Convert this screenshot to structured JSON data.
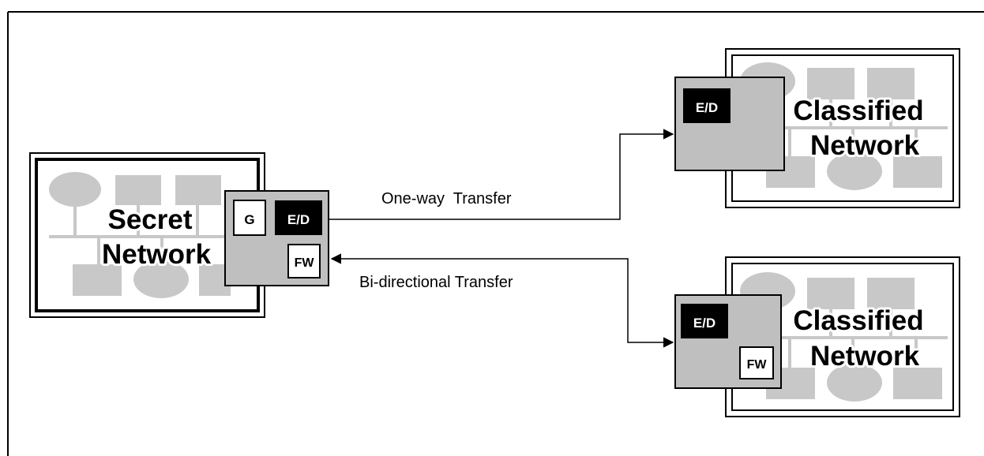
{
  "secret_network": {
    "line1": "Secret",
    "line2": "Network"
  },
  "gateway_box": {
    "g_label": "G",
    "ed_label": "E/D",
    "fw_label": "FW"
  },
  "classified_top": {
    "line1": "Classified",
    "line2": "Network",
    "ed_label": "E/D"
  },
  "classified_bottom": {
    "line1": "Classified",
    "line2": "Network",
    "ed_label": "E/D",
    "fw_label": "FW"
  },
  "links": {
    "one_way": "One-way  Transfer",
    "bi_directional": "Bi-directional Transfer"
  },
  "colors": {
    "node_fill": "#c8c8c8",
    "device_fill": "#bfbfbf",
    "ed_fill": "#000000",
    "line": "#000000"
  }
}
